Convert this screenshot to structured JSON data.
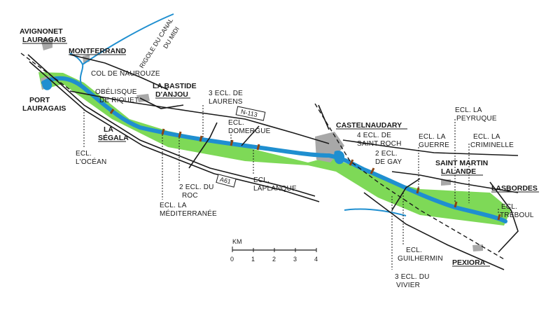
{
  "towns": {
    "avignonet": "AVIGNONET",
    "lauragais": "LAURAGAIS",
    "montferrand": "MONTFERRAND",
    "port_lauragais_1": "PORT",
    "port_lauragais_2": "LAURAGAIS",
    "castelnaudary": "CASTELNAUDARY",
    "lasbordes": "LASBORDES",
    "pexiora": "PEXIORA",
    "saint_martin_1": "SAINT MARTIN",
    "saint_martin_2": "LALANDE",
    "la_bastide_1": "LA BASTIDE",
    "la_bastide_2": "D'ANJOU",
    "la_segala_1": "LA",
    "la_segala_2": "SÉGALA"
  },
  "places": {
    "col_naurouze": "COL DE NAUROUZE",
    "obelisque_1": "OBÉLISQUE",
    "obelisque_2": "DE RIQUET",
    "rigole_1": "RIGOLE DU CANAL",
    "rigole_2": "DU MIDI"
  },
  "roads": {
    "n113": "N-113",
    "a61": "A61"
  },
  "locks": {
    "ocean_1": "ECL.",
    "ocean_2": "L'OCÉAN",
    "laurens_1": "3 ECL. DE",
    "laurens_2": "LAURENS",
    "domergue_1": "ECL.",
    "domergue_2": "DOMERGUE",
    "roc_1": "2 ECL. DU",
    "roc_2": "ROC",
    "med_1": "ECL. LA",
    "med_2": "MÉDITERRANÉE",
    "laplanque_1": "ECL.",
    "laplanque_2": "LAPLANQUE",
    "saintroch_1": "4 ECL. DE",
    "saintroch_2": "SAINT ROCH",
    "gay_1": "2 ECL.",
    "gay_2": "DE GAY",
    "guerre_1": "ECL. LA",
    "guerre_2": "GUERRE",
    "peyruque_1": "ECL. LA",
    "peyruque_2": "PEYRUQUE",
    "criminelle_1": "ECL. LA",
    "criminelle_2": "CRIMINELLE",
    "treboul_1": "ECL.",
    "treboul_2": "TRÉBOUL",
    "guilhermin_1": "ECL.",
    "guilhermin_2": "GUILHERMIN",
    "vivier_1": "3 ECL. DU",
    "vivier_2": "VIVIER"
  },
  "scale": {
    "unit": "KM",
    "ticks": [
      "0",
      "1",
      "2",
      "3",
      "4"
    ]
  },
  "colors": {
    "canal": "#1f8fd0",
    "green_band": "#7ed957",
    "urban": "#a8a8a8",
    "ink": "#1a1a1a"
  }
}
